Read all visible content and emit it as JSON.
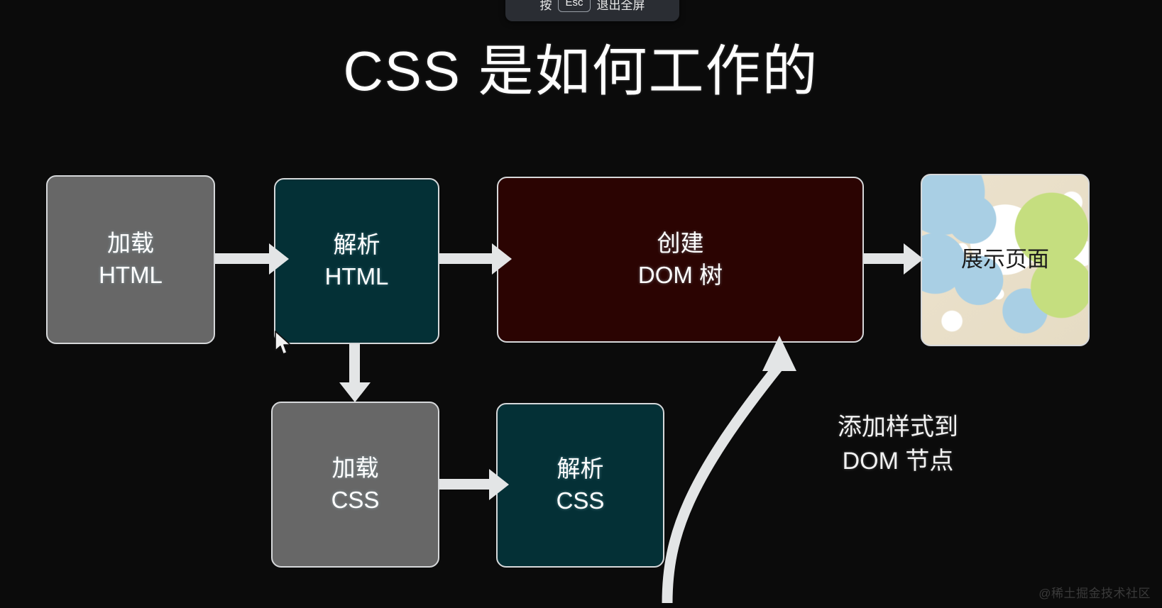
{
  "fullscreen_hint": {
    "prefix": "按",
    "key": "Esc",
    "suffix": "退出全屏"
  },
  "slide": {
    "title": "CSS 是如何工作的",
    "background_color": "#0b0b0b"
  },
  "diagram": {
    "boxes": [
      {
        "id": "load-html",
        "line1": "加载",
        "line2": "HTML",
        "color": "#676767"
      },
      {
        "id": "parse-html",
        "line1": "解析",
        "line2": "HTML",
        "color": "#043036"
      },
      {
        "id": "create-dom",
        "line1": "创建",
        "line2": "DOM 树",
        "color": "#2b0402"
      },
      {
        "id": "show-page",
        "line1": "展示页面",
        "line2": "",
        "color": "#ece2cd"
      },
      {
        "id": "load-css",
        "line1": "加载",
        "line2": "CSS",
        "color": "#676767"
      },
      {
        "id": "parse-css",
        "line1": "解析",
        "line2": "CSS",
        "color": "#043036"
      }
    ],
    "curved_arrow_label": {
      "line1": "添加样式到",
      "line2": "DOM 节点"
    },
    "arrow_color": "#e3e5e6",
    "border_color": "#d6d8da"
  },
  "watermark": "@稀土掘金技术社区"
}
